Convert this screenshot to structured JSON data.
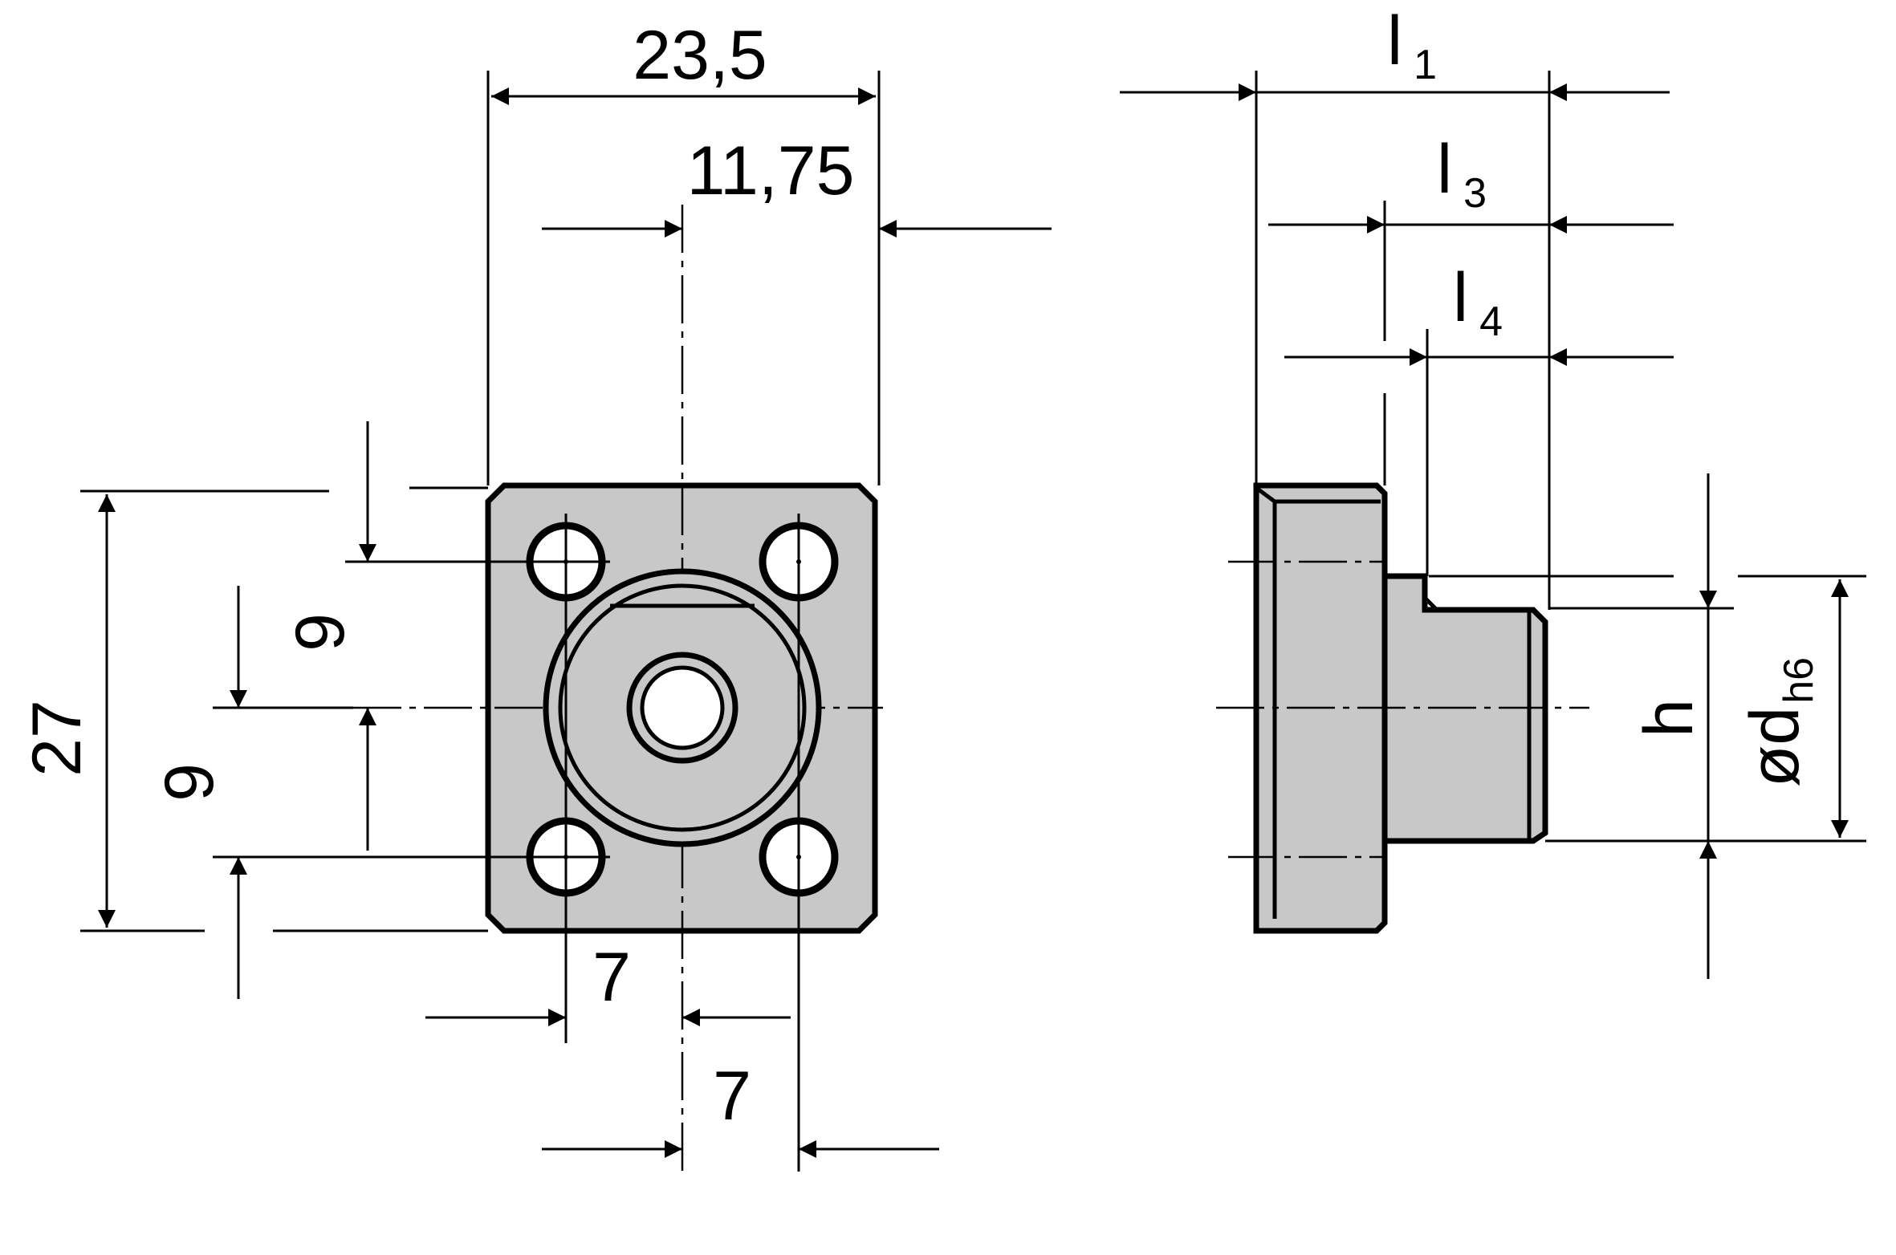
{
  "drawing": {
    "front_view": {
      "width_label": "23,5",
      "half_width_label": "11,75",
      "height_label": "27",
      "upper_hole_offset_label": "9",
      "lower_hole_offset_label": "9",
      "left_hole_offset_label": "7",
      "right_hole_offset_label": "7"
    },
    "side_view": {
      "l1": {
        "main": "l",
        "sub": "1"
      },
      "l3": {
        "main": "l",
        "sub": "3"
      },
      "l4": {
        "main": "l",
        "sub": "4"
      },
      "h_label": "h",
      "d": {
        "main": "ød",
        "sub": "h6"
      }
    },
    "colors": {
      "part_fill": "#c8c8c8",
      "line": "#000000",
      "background": "#ffffff"
    }
  }
}
